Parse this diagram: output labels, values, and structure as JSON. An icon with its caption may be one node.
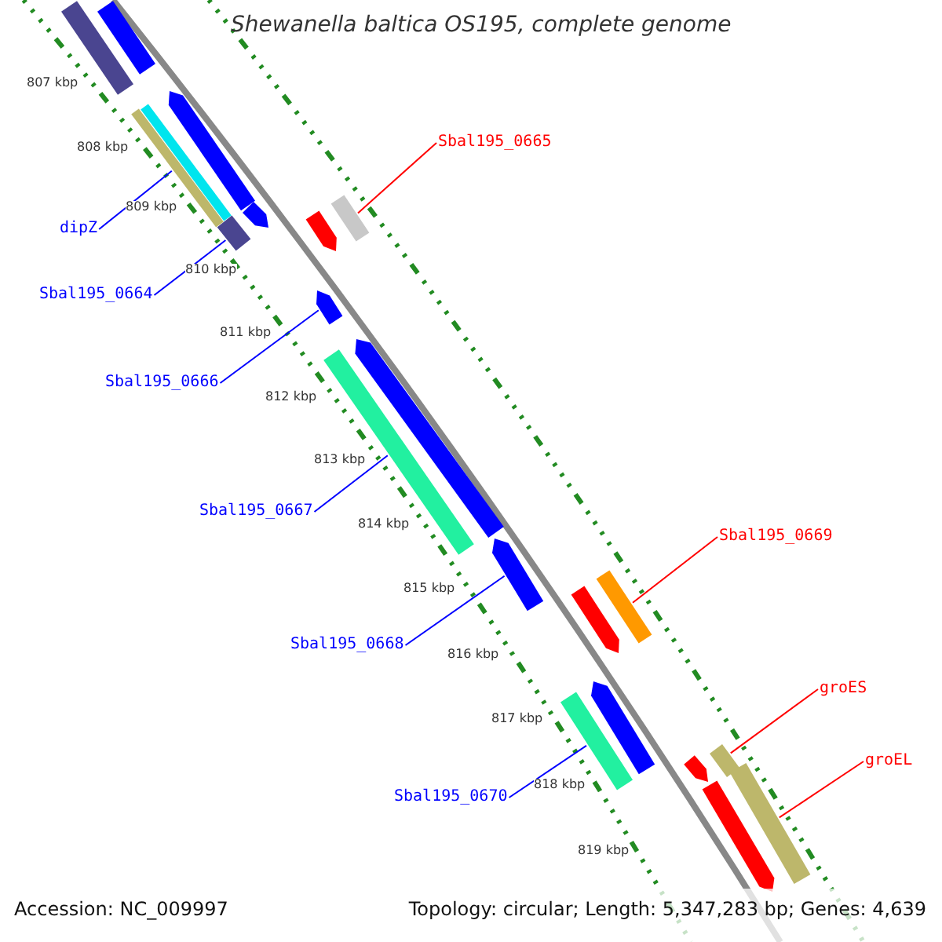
{
  "diagram": {
    "title": "Shewanella baltica OS195, complete genome",
    "nodes": [
      {
        "text": [
          "Sbal195_0665"
        ]
      },
      {
        "text": [
          "dipZ"
        ]
      },
      {
        "text": [
          "Sbal195_0664"
        ]
      },
      {
        "text": [
          "Sbal195_0666"
        ]
      },
      {
        "text": [
          "Sbal195_0667"
        ]
      },
      {
        "text": [
          "Sbal195_0669"
        ]
      },
      {
        "text": [
          "Sbal195_0668"
        ]
      },
      {
        "text": [
          "groES"
        ]
      },
      {
        "text": [
          "groEL"
        ]
      },
      {
        "text": [
          "Sbal195_0670"
        ]
      },
      {
        "text": [],
        "shape": "bar"
      },
      {
        "text": [],
        "shape": "bar"
      },
      {
        "text": [],
        "shape": "pentagon"
      },
      {
        "text": [],
        "shape": "bar"
      },
      {
        "text": [],
        "shape": "bar"
      },
      {
        "text": [],
        "shape": "bar"
      },
      {
        "text": [],
        "shape": "pentagon"
      },
      {
        "text": [],
        "shape": "pentagon"
      },
      {
        "text": [],
        "shape": "bar"
      },
      {
        "text": [],
        "shape": "pentagon"
      },
      {
        "text": [],
        "shape": "pentagon"
      },
      {
        "text": [],
        "shape": "bar"
      },
      {
        "text": [],
        "shape": "pentagon"
      },
      {
        "text": [],
        "shape": "bar"
      },
      {
        "text": [],
        "shape": "pentagon"
      },
      {
        "text": [],
        "shape": "pentagon"
      },
      {
        "text": [],
        "shape": "bar"
      },
      {
        "text": [],
        "shape": "bar"
      },
      {
        "text": [],
        "shape": "pentagon"
      },
      {
        "text": [],
        "shape": "bar"
      },
      {
        "text": [],
        "shape": "pentagon"
      }
    ],
    "edges": [
      {
        "from": 0,
        "to": 15,
        "arrow": "none",
        "color": "#ff0000"
      },
      {
        "from": 1,
        "to": 14,
        "arrow": "none"
      },
      {
        "from": 2,
        "to": 18,
        "arrow": "none"
      },
      {
        "from": 3,
        "to": 19,
        "arrow": "none"
      },
      {
        "from": 4,
        "to": 21,
        "arrow": "none"
      },
      {
        "from": 5,
        "to": 23,
        "arrow": "none",
        "color": "#ff0000"
      },
      {
        "from": 6,
        "to": 22,
        "arrow": "none"
      },
      {
        "from": 7,
        "to": 27,
        "arrow": "none",
        "color": "#ff0000"
      },
      {
        "from": 8,
        "to": 29,
        "arrow": "none",
        "color": "#ff0000"
      },
      {
        "from": 9,
        "to": 26,
        "arrow": "none"
      }
    ],
    "labels": [
      "807 kbp",
      "808 kbp",
      "809 kbp",
      "810 kbp",
      "811 kbp",
      "812 kbp",
      "813 kbp",
      "814 kbp",
      "815 kbp",
      "816 kbp",
      "817 kbp",
      "818 kbp",
      "819 kbp",
      "Accession: NC_009997",
      "Topology: circular; Length: 5,347,283 bp; Genes: 4,639"
    ]
  }
}
